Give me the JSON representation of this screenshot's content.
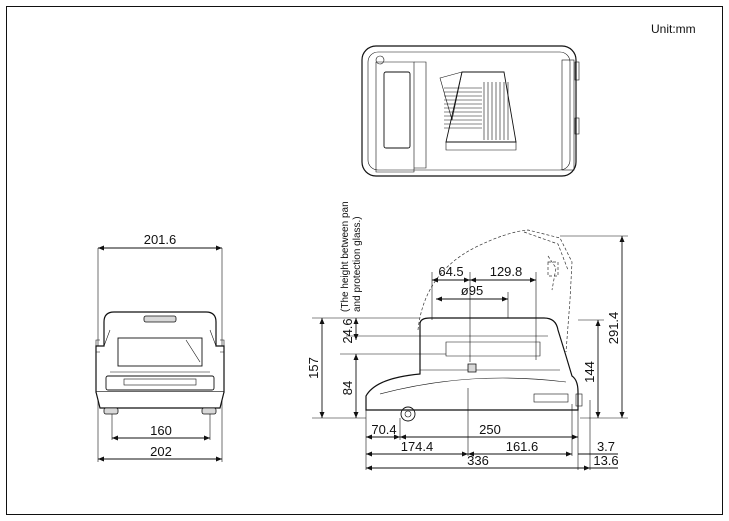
{
  "unit_label": "Unit:mm",
  "note": [
    "(The height between pan",
    "and protection glass.)"
  ],
  "front_view": {
    "width_top": "201.6",
    "width_pan": "160",
    "width_base": "202"
  },
  "side_view": {
    "height_total_left": "157",
    "glass_gap": "24.6",
    "base_height": "84",
    "open_height": "291.4",
    "closed_height": "144",
    "offset_a": "64.5",
    "offset_b": "129.8",
    "pan_diameter": "ø95",
    "foot_offset": "70.4",
    "foot_span": "250",
    "center_left": "174.4",
    "center_right": "161.6",
    "depth_total": "336",
    "rear_a": "3.7",
    "rear_b": "13.6"
  }
}
